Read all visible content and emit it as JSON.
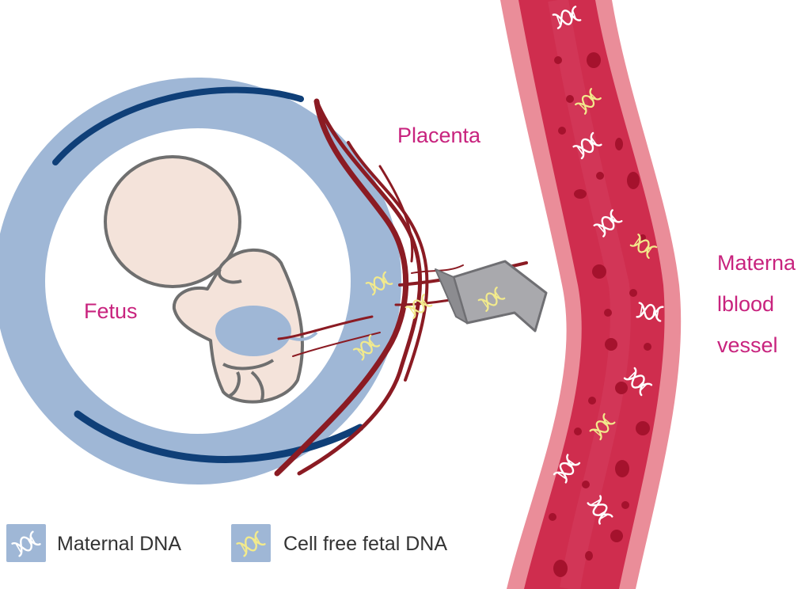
{
  "labels": {
    "fetus": "Fetus",
    "placenta": "Placenta",
    "vessel_line1": "Materna",
    "vessel_line2": "lblood",
    "vessel_line3": "vessel"
  },
  "legend": {
    "maternal": "Maternal DNA",
    "fetal": "Cell free fetal DNA"
  },
  "colors": {
    "amniotic_ring": "#9fb7d6",
    "ring_accent": "#0f3f78",
    "vessel_outer": "#ea8d99",
    "vessel_inner": "#cf2d4e",
    "blood_cell": "#a5122d",
    "placenta_vessels": "#8b1b23",
    "fetus_skin": "#f4e3da",
    "label": "#c8237e",
    "maternal_dna": "#ffffff",
    "fetal_dna": "#f2ea8c"
  },
  "icons": {
    "maternal": "dna-helix-icon-white",
    "fetal": "dna-helix-icon-yellow",
    "transfer": "arrow-right-icon"
  }
}
